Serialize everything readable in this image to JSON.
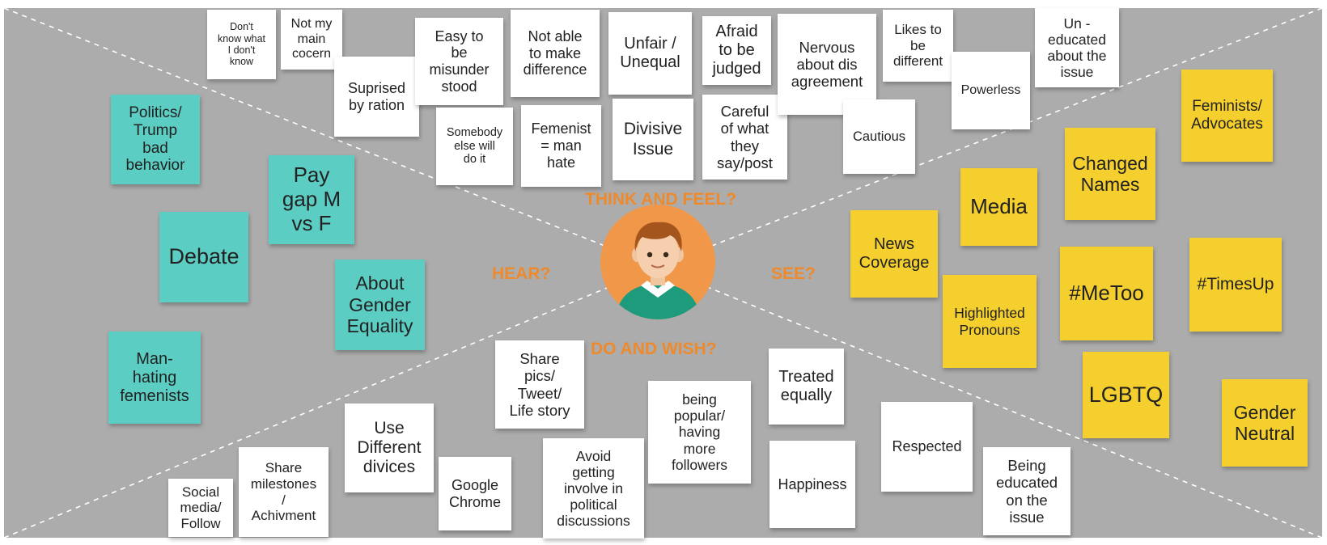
{
  "quadrants": {
    "think": "THINK AND FEEL?",
    "hear": "HEAR?",
    "see": "SEE?",
    "do": "DO AND WISH?"
  },
  "colors": {
    "board": "#acacac",
    "accent": "#ee8a2c",
    "teal": "#5ccdc3",
    "yellow": "#f4cf2e",
    "persona_shirt": "#1e9a7c"
  },
  "persona_icon": "person-avatar-icon",
  "think_notes": [
    "Don't\nknow what\nI don't\nknow",
    "Not my\nmain\ncocern",
    "Suprised\nby ration",
    "Easy to\nbe\nmisunder\nstood",
    "Somebody\nelse will\ndo it",
    "Not able\nto make\ndifference",
    "Femenist\n= man\nhate",
    "Unfair /\nUnequal",
    "Divisive\nIssue",
    "Afraid\nto be\njudged",
    "Careful\nof what\nthey\nsay/post",
    "Nervous\nabout dis\nagreement",
    "Cautious",
    "Likes to\nbe\ndifferent",
    "Powerless",
    "Un -\neducated\nabout the\nissue"
  ],
  "hear_notes": [
    "Politics/\nTrump\nbad\nbehavior",
    "Pay\ngap M\nvs F",
    "Debate",
    "About\nGender\nEquality",
    "Man-\nhating\nfemenists"
  ],
  "see_notes": [
    "Feminists/\nAdvocates",
    "Changed\nNames",
    "Media",
    "News\nCoverage",
    "#MeToo",
    "#TimesUp",
    "Highlighted\nPronouns",
    "LGBTQ",
    "Gender\nNeutral"
  ],
  "do_notes": [
    "Share\npics/\nTweet/\nLife story",
    "Treated\nequally",
    "being\npopular/\nhaving\nmore\nfollowers",
    "Use\nDifferent\ndivices",
    "Respected",
    "Share\nmilestones\n/\nAchivment",
    "Google\nChrome",
    "Avoid\ngetting\ninvolve in\npolitical\ndiscussions",
    "Happiness",
    "Being\neducated\non the\nissue",
    "Social\nmedia/\nFollow"
  ]
}
